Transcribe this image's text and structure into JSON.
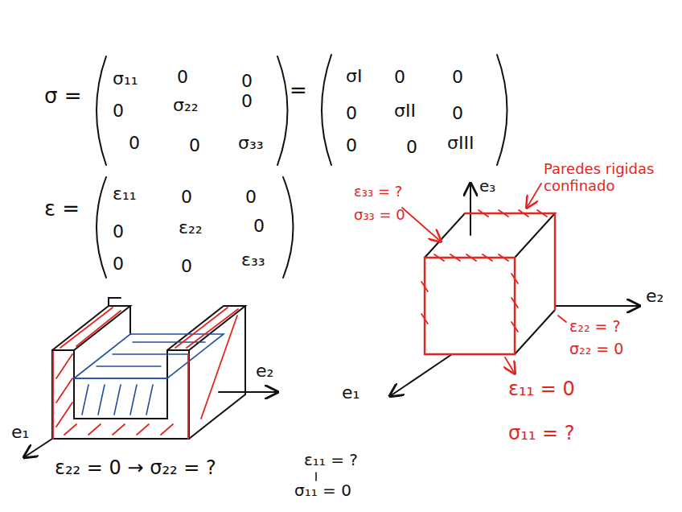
{
  "diagram": {
    "labels": [
      "σ =",
      "σ₁₁",
      "0",
      "0",
      "0",
      "σ₂₂",
      "0",
      "0",
      "0",
      "σ₃₃",
      "=",
      "σI",
      "0",
      "0",
      "0",
      "σII",
      "0",
      "0",
      "0",
      "σIII",
      "ε =",
      "ε₁₁",
      "0",
      "0",
      "0",
      "ε₂₂",
      "0",
      "0",
      "0",
      "ε₃₃",
      "e₃",
      "Paredes rigidas confinado",
      "ε₃₃ = ?",
      "σ₃₃ = 0",
      "e₂",
      "ε₂₂ = ?",
      "σ₂₂ = 0",
      "e₁",
      "ε₁₁ = 0",
      "σ₁₁ = ?",
      "e₂",
      "e₁",
      "ε₂₂ = 0 → σ₂₂ = ?",
      "ε₁₁ = ?",
      "σ₁₁ = 0"
    ]
  }
}
